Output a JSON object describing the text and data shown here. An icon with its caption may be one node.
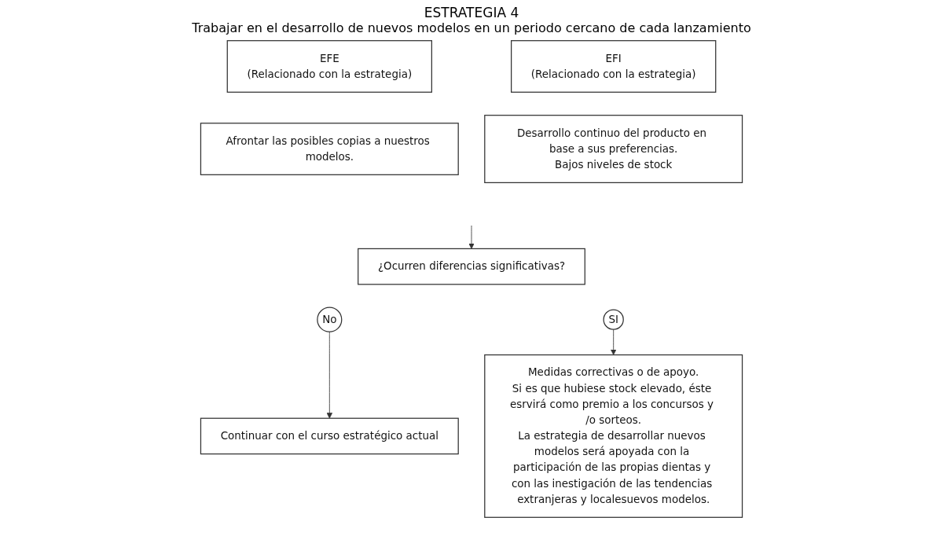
{
  "diagram": {
    "title": "ESTRATEGIA 4",
    "nodes": [
      {
        "text": [
          "EFE",
          "(Relacionado con la estrategia)"
        ]
      },
      {
        "text": [
          "EFI",
          "(Relacionado con la estrategia)"
        ]
      },
      {
        "text": [
          "Afrontar las posibles copias a nuestros modelos."
        ]
      },
      {
        "text": [
          "Desarrollo continuo del producto en base a sus preferencias.",
          "Bajos niveles de stock"
        ]
      },
      {
        "text": [
          "¿Ocurren diferencias significativas?"
        ]
      },
      {
        "text": [
          "SI"
        ]
      },
      {
        "text": [
          "Medidas correctivas o de apoyo.",
          "Si es que hubiese stock elevado, éste esrvirá como premio a los concursos y /o sorteos.",
          "La estrategia de desarrollar nuevos modelos será apoyada con la participación de las propias dientas y con las inestigación de las tendencias extranjeras y localesuevos modelos."
        ]
      },
      {
        "text": [
          "No"
        ]
      },
      {
        "text": [
          "Continuar con el curso estratégico actual"
        ]
      }
    ],
    "edges": [
      {
        "from": null,
        "to": 4,
        "arrow": "to"
      },
      {
        "from": 5,
        "to": 6,
        "arrow": "to"
      },
      {
        "from": 7,
        "to": 8,
        "arrow": "to"
      }
    ],
    "labels": [
      "Trabajar en el desarrollo de nuevos modelos en un periodo cercano de cada lanzamiento"
    ]
  }
}
